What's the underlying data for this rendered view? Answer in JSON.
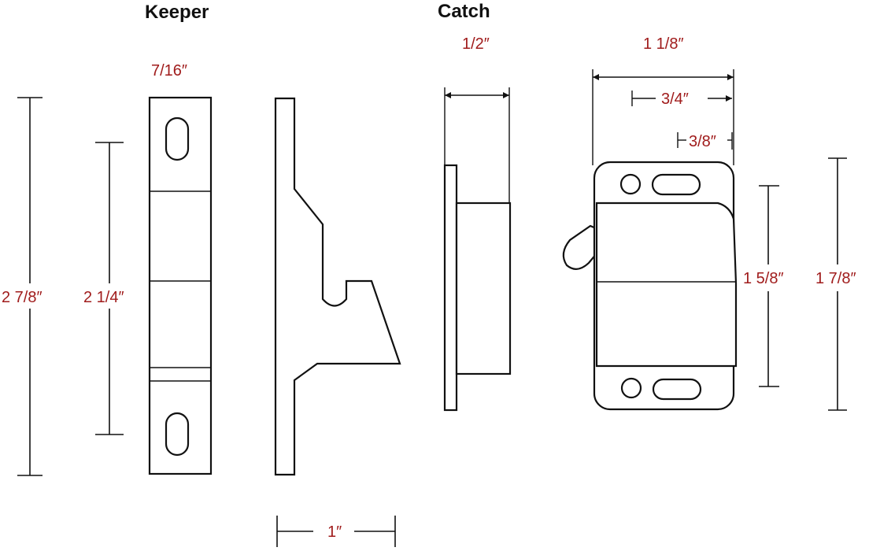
{
  "titles": {
    "keeper": "Keeper",
    "catch": "Catch"
  },
  "dimensions": {
    "keeper_width": "7/16″",
    "keeper_height_total": "2 7/8″",
    "keeper_hole_spacing": "2 1/4″",
    "keeper_depth": "1″",
    "catch_depth": "1/2″",
    "catch_width": "1 1/8″",
    "catch_hole_offset_a": "3/4″",
    "catch_hole_offset_b": "3/8″",
    "catch_body_height": "1 5/8″",
    "catch_total_height": "1 7/8″"
  },
  "colors": {
    "dimension_text": "#a01c1c",
    "line": "#111111"
  }
}
